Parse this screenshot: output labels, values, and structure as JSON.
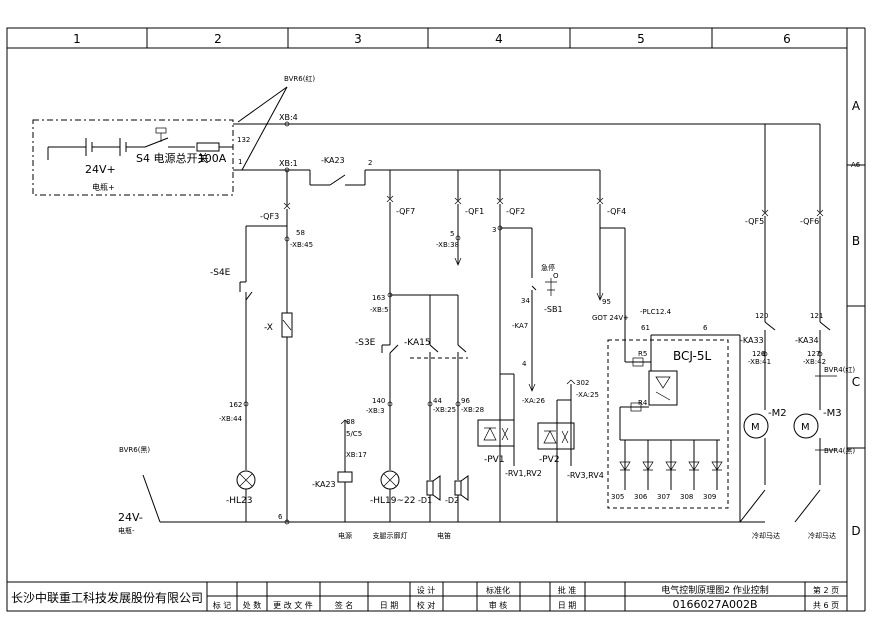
{
  "columns": [
    "1",
    "2",
    "3",
    "4",
    "5",
    "6"
  ],
  "rows": [
    "A",
    "B",
    "C",
    "D"
  ],
  "power_box": {
    "supply_label": "24V+",
    "switch_label": "S4 电源总开关",
    "fuse_label": "100A",
    "battery_label": "电瓶+",
    "pin_132": "132",
    "pin_1": "1"
  },
  "terminals": {
    "xb4": "XB:4",
    "xb1": "XB:1",
    "bvr6_top": "BVR6(红)",
    "bvr6_bottom": "BVR6(黑)",
    "ka23_contact": "-KA23",
    "node_2": "2"
  },
  "branches": {
    "qf3": {
      "label": "-QF3",
      "wire": "58",
      "xb": "-XB:45"
    },
    "s4e": {
      "label": "-S4E"
    },
    "x_relay": {
      "label": "-X"
    },
    "hl23": {
      "wire": "162",
      "xb": "-XB:44",
      "label": "-HL23",
      "ground": "6"
    },
    "qf7": {
      "label": "-QF7",
      "wire": "163",
      "xb": "-XB:5"
    },
    "s3e": {
      "label": "-S3E"
    },
    "ka15": {
      "label": "-KA15"
    },
    "hl19": {
      "wire": "140",
      "xb": "-XB:3",
      "label": "-HL19~22"
    },
    "horns": {
      "wire_a": "44",
      "xb_a": "-XB:25",
      "wire_b": "96",
      "xb_b": "-XB:28",
      "d1": "-D1",
      "d2": "-D2"
    },
    "ka23_coil": {
      "wire": "88",
      "pin": "5/C5",
      "xb": "XB:17",
      "label": "-KA23"
    },
    "qf1": {
      "label": "-QF1",
      "wire": "5",
      "xb": "-XB:38"
    },
    "qf2": {
      "label": "-QF2",
      "wire": "3"
    },
    "sb1": {
      "label": "-SB1",
      "wire": "34",
      "ka": "-KA7",
      "wire4": "4",
      "xa": "-XA:26",
      "marks": [
        "急停",
        "O"
      ]
    },
    "pv1": {
      "label": "-PV1",
      "rv": "-RV1,RV2"
    },
    "pv2": {
      "label": "-PV2",
      "rv": "-RV3,RV4",
      "wire": "302",
      "xa": "-XA:25"
    },
    "qf4": {
      "label": "-QF4",
      "got": "GOT 24V+",
      "wire": "95"
    },
    "bcj": {
      "label": "BCJ-5L",
      "plc": "-PLC12.4",
      "n61": "61",
      "n6": "6",
      "r5": "R5",
      "r4": "R4",
      "leds": [
        "305",
        "306",
        "307",
        "308",
        "309"
      ]
    },
    "qf5": {
      "label": "-QF5",
      "wire": "120",
      "ka": "-KA33",
      "w2": "126",
      "xb": "-XB:41",
      "motor": "-M2"
    },
    "qf6": {
      "label": "-QF6",
      "wire": "121",
      "ka": "-KA34",
      "w2": "127",
      "xb": "-XB:42",
      "motor": "-M3"
    },
    "bvr4_top": "BVR4(红)",
    "bvr4_bottom": "BVR4(黑)",
    "a6": "A6"
  },
  "neg_rail": {
    "label": "24V-",
    "battery": "电瓶-"
  },
  "captions": [
    "电源",
    "支腿示廓灯",
    "电笛",
    "冷却马达",
    "冷却马达"
  ],
  "title_block": {
    "company": "长沙中联重工科技发展股份有限公司",
    "row1": [
      "标 记",
      "处 数",
      "更 改 文 件",
      "签  名",
      "日  期"
    ],
    "design": "设 计",
    "check": "校 对",
    "standard": "标准化",
    "review": "审 核",
    "approve": "批 准",
    "date": "日 期",
    "drawing_title": "电气控制原理图2 作业控制",
    "drawing_no": "0166027A002B",
    "sheet": "第 2 页",
    "total": "共 6 页"
  }
}
